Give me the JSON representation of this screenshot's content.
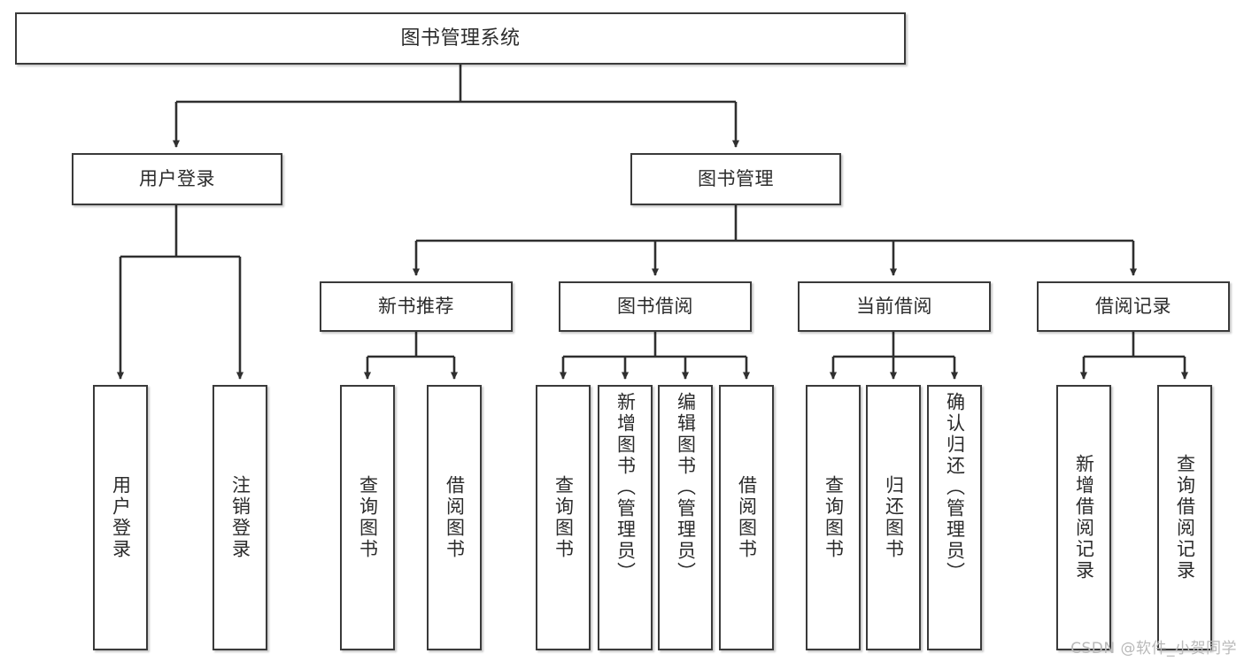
{
  "diagram": {
    "title": "图书管理系统",
    "type": "functional-structure-tree",
    "watermark": "CSDN @软件_小贺同学",
    "colors": {
      "border": "#3a3a3a",
      "fill": "#ffffff",
      "text": "#2b2b2b",
      "edge": "#2f2f2f",
      "watermark": "#b9b9b9"
    },
    "levels": {
      "root": "图书管理系统",
      "level2": [
        "用户登录",
        "图书管理"
      ],
      "level3": [
        "新书推荐",
        "图书借阅",
        "当前借阅",
        "借阅记录"
      ]
    },
    "nodes": {
      "root": {
        "label": "图书管理系统"
      },
      "user_login": {
        "label": "用户登录"
      },
      "book_manage": {
        "label": "图书管理"
      },
      "new_book_rec": {
        "label": "新书推荐"
      },
      "book_borrow": {
        "label": "图书借阅"
      },
      "current_borrow": {
        "label": "当前借阅"
      },
      "borrow_record": {
        "label": "借阅记录"
      },
      "leaf_user_login": {
        "label": "用户登录"
      },
      "leaf_logout": {
        "label": "注销登录"
      },
      "leaf_query_book_1": {
        "label": "查询图书"
      },
      "leaf_borrow_book_1": {
        "label": "借阅图书"
      },
      "leaf_query_book_2": {
        "label": "查询图书"
      },
      "leaf_add_book": {
        "label": "新增图书（管理员）"
      },
      "leaf_edit_book": {
        "label": "编辑图书（管理员）"
      },
      "leaf_borrow_book_2": {
        "label": "借阅图书"
      },
      "leaf_query_book_3": {
        "label": "查询图书"
      },
      "leaf_return_book": {
        "label": "归还图书"
      },
      "leaf_confirm_return": {
        "label": "确认归还（管理员）"
      },
      "leaf_add_record": {
        "label": "新增借阅记录"
      },
      "leaf_query_record": {
        "label": "查询借阅记录"
      }
    },
    "edges": [
      {
        "from": "root",
        "to": "user_login"
      },
      {
        "from": "root",
        "to": "book_manage"
      },
      {
        "from": "user_login",
        "to": "leaf_user_login"
      },
      {
        "from": "user_login",
        "to": "leaf_logout"
      },
      {
        "from": "book_manage",
        "to": "new_book_rec"
      },
      {
        "from": "book_manage",
        "to": "book_borrow"
      },
      {
        "from": "book_manage",
        "to": "current_borrow"
      },
      {
        "from": "book_manage",
        "to": "borrow_record"
      },
      {
        "from": "new_book_rec",
        "to": "leaf_query_book_1"
      },
      {
        "from": "new_book_rec",
        "to": "leaf_borrow_book_1"
      },
      {
        "from": "book_borrow",
        "to": "leaf_query_book_2"
      },
      {
        "from": "book_borrow",
        "to": "leaf_add_book"
      },
      {
        "from": "book_borrow",
        "to": "leaf_edit_book"
      },
      {
        "from": "book_borrow",
        "to": "leaf_borrow_book_2"
      },
      {
        "from": "current_borrow",
        "to": "leaf_query_book_3"
      },
      {
        "from": "current_borrow",
        "to": "leaf_return_book"
      },
      {
        "from": "current_borrow",
        "to": "leaf_confirm_return"
      },
      {
        "from": "borrow_record",
        "to": "leaf_add_record"
      },
      {
        "from": "borrow_record",
        "to": "leaf_query_record"
      }
    ]
  }
}
